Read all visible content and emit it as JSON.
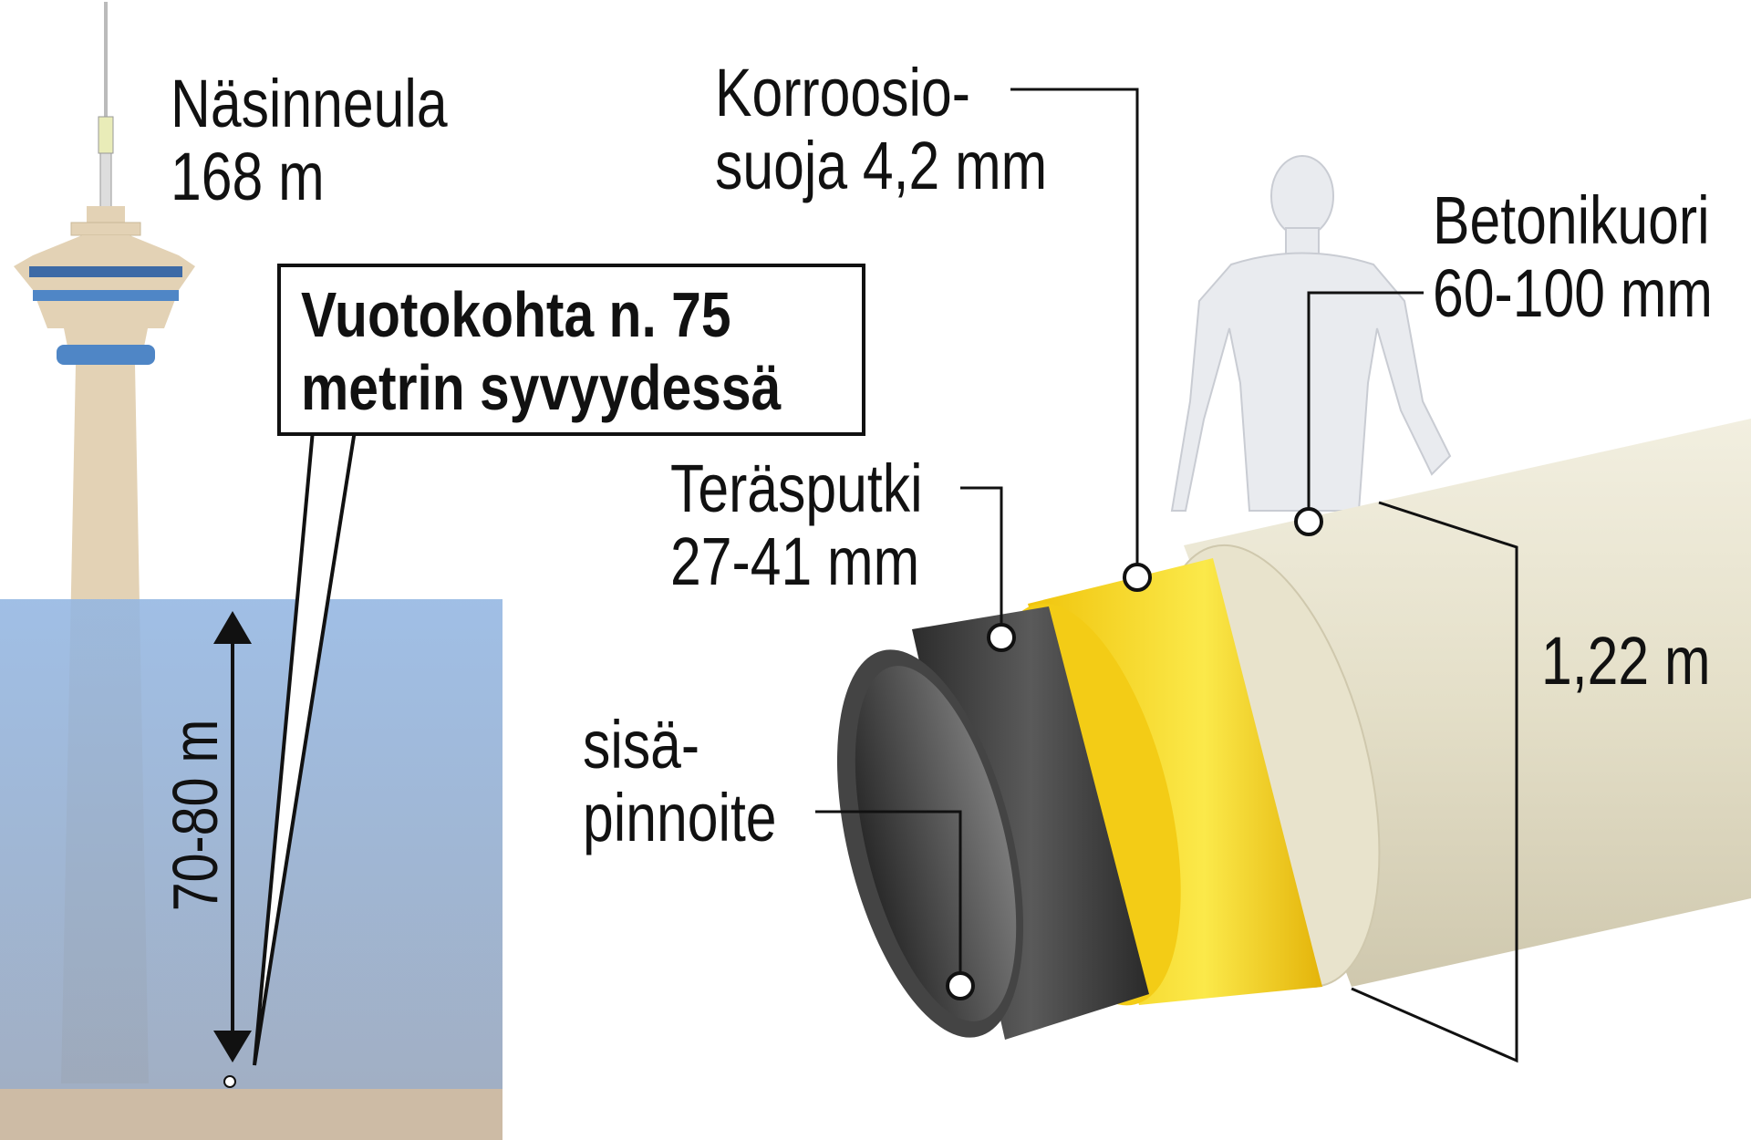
{
  "tower": {
    "name": "Näsinneula",
    "height": "168 m"
  },
  "callout": {
    "line1": "Vuotokohta n.  75",
    "line2": "metrin syvyydessä"
  },
  "depth_label": "70-80 m",
  "labels": {
    "corrosion": {
      "line1": "Korroosio-",
      "line2": "suoja 4,2 mm"
    },
    "steel": {
      "line1": "Teräsputki",
      "line2": "27-41 mm"
    },
    "inner": {
      "line1": "sisä-",
      "line2": "pinnoite"
    },
    "concrete": {
      "line1": "Betonikuori",
      "line2": "60-100 mm"
    },
    "diameter": "1,22 m"
  },
  "colors": {
    "water": "#93aed6",
    "ground": "#cdbba5",
    "tower": "#e3d2b5",
    "tower_blue": "#4f86c6",
    "concrete": "#e6e1cc",
    "yellow": "#f5cf1a",
    "steel": "#3a3a3a"
  }
}
